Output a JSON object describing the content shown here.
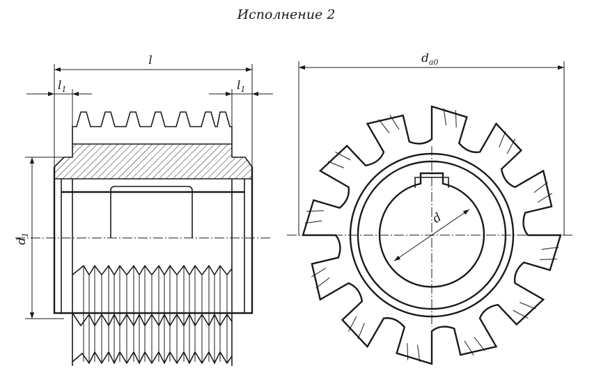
{
  "title": "Исполнение 2",
  "dimensions": {
    "length": "l",
    "hub_length": "l",
    "hub_length_subscript": "1",
    "bore_diameter": "d",
    "hub_diameter": "d",
    "hub_diameter_subscript": "1",
    "outer_diameter": "d",
    "outer_diameter_subscript": "a0"
  },
  "views": {
    "side_view": "longitudinal section of worm hob",
    "front_view": "end view of gear hob with keyway"
  }
}
